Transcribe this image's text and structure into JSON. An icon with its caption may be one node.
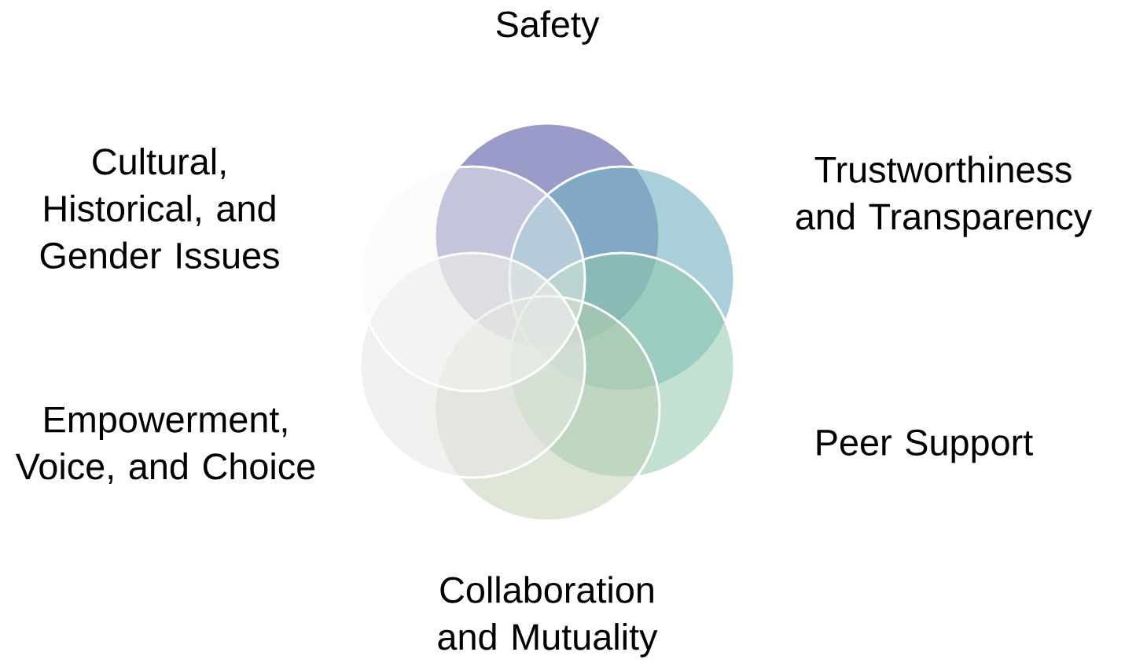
{
  "diagram": {
    "nodes": [
      {
        "text": [],
        "shape": "circle",
        "beside": [
          "Safety"
        ]
      },
      {
        "text": [],
        "shape": "circle",
        "beside": [
          "Trustworthiness and Transparency"
        ]
      },
      {
        "text": [],
        "shape": "circle",
        "beside": [
          "Peer Support"
        ]
      },
      {
        "text": [],
        "shape": "circle",
        "beside": [
          "Collaboration and Mutuality"
        ]
      },
      {
        "text": [],
        "shape": "circle",
        "beside": [
          "Empowerment, Voice, and Choice"
        ]
      },
      {
        "text": [],
        "shape": "circle",
        "beside": [
          "Cultural, Historical, and Gender Issues"
        ]
      }
    ]
  }
}
